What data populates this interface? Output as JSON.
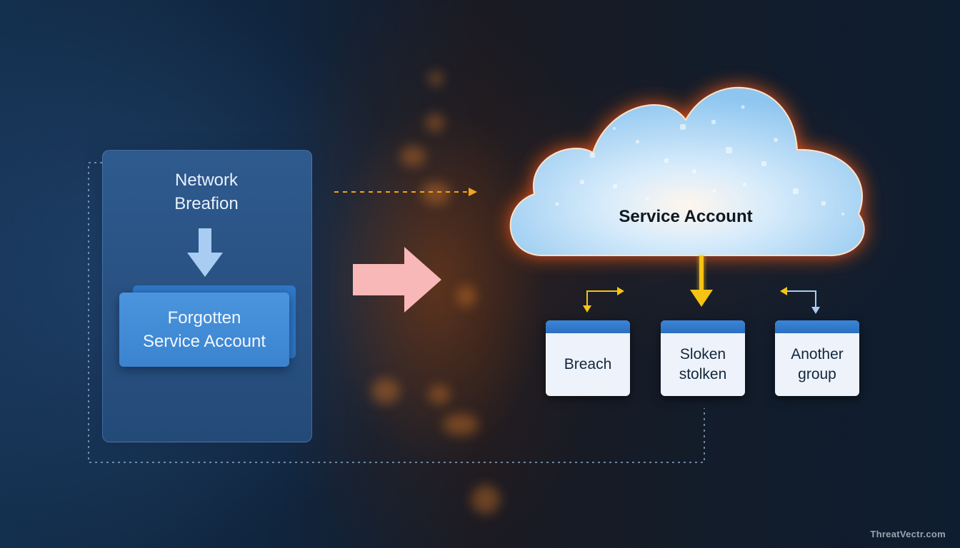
{
  "left_panel": {
    "title_line1": "Network",
    "title_line2": "Breafion",
    "card_line1": "Forgotten",
    "card_line2": "Service Account"
  },
  "cloud": {
    "label": "Service Account"
  },
  "boxes": [
    {
      "line1": "Breach",
      "line2": ""
    },
    {
      "line1": "Sloken",
      "line2": "stolken"
    },
    {
      "line1": "Another",
      "line2": "group"
    }
  ],
  "watermark": "ThreatVectr.com",
  "colors": {
    "panel": "#2e5a8e",
    "card": "#3b83cf",
    "cloud_fill": "#a8d4f5",
    "glow": "#ff6a1a",
    "arrow_pink": "#f9b7b7",
    "arrow_yellow": "#f5c414",
    "box_top": "#2f74c4"
  },
  "icons": [
    "arrow-down-icon",
    "arrow-right-icon",
    "dashed-connector",
    "bidirectional-arrow-icon"
  ]
}
